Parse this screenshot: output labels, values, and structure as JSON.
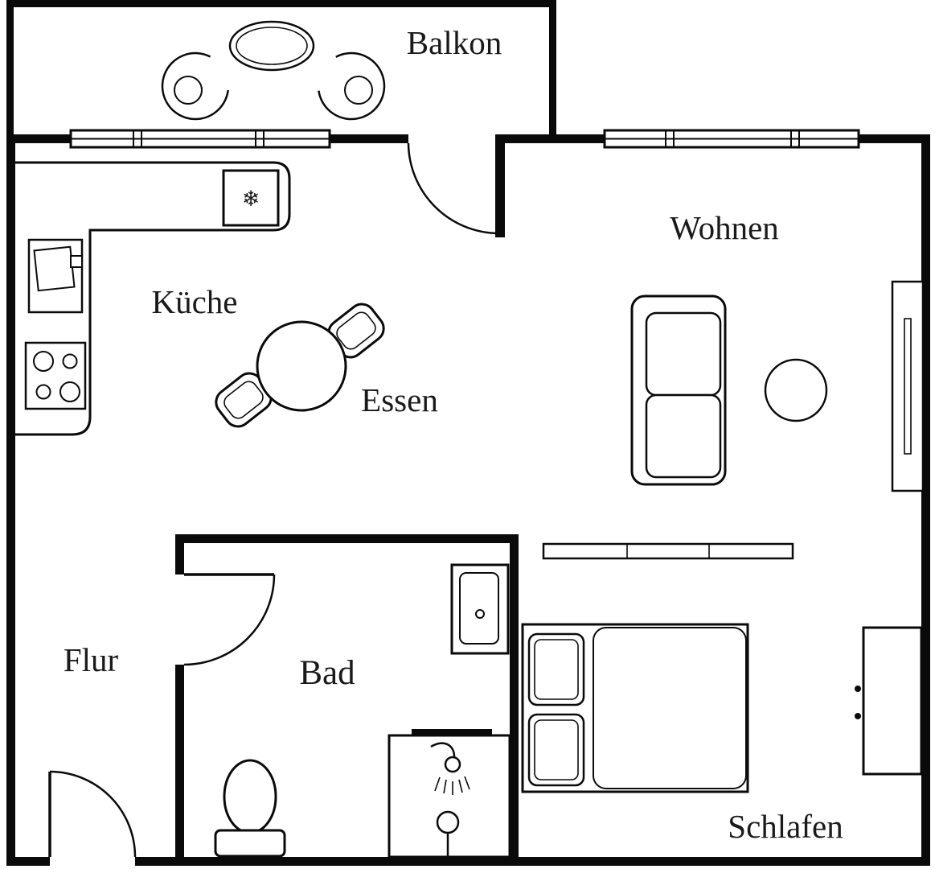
{
  "floorplan": {
    "type": "apartment-floor-plan",
    "rooms": {
      "balkon": {
        "label": "Balkon"
      },
      "wohnen": {
        "label": "Wohnen"
      },
      "kueche": {
        "label": "Küche"
      },
      "essen": {
        "label": "Essen"
      },
      "flur": {
        "label": "Flur"
      },
      "bad": {
        "label": "Bad"
      },
      "schlafen": {
        "label": "Schlafen"
      }
    },
    "icons": {
      "fridge_snowflake": "❄"
    },
    "colors": {
      "wall": "#0a0a0a",
      "background": "#ffffff"
    }
  }
}
